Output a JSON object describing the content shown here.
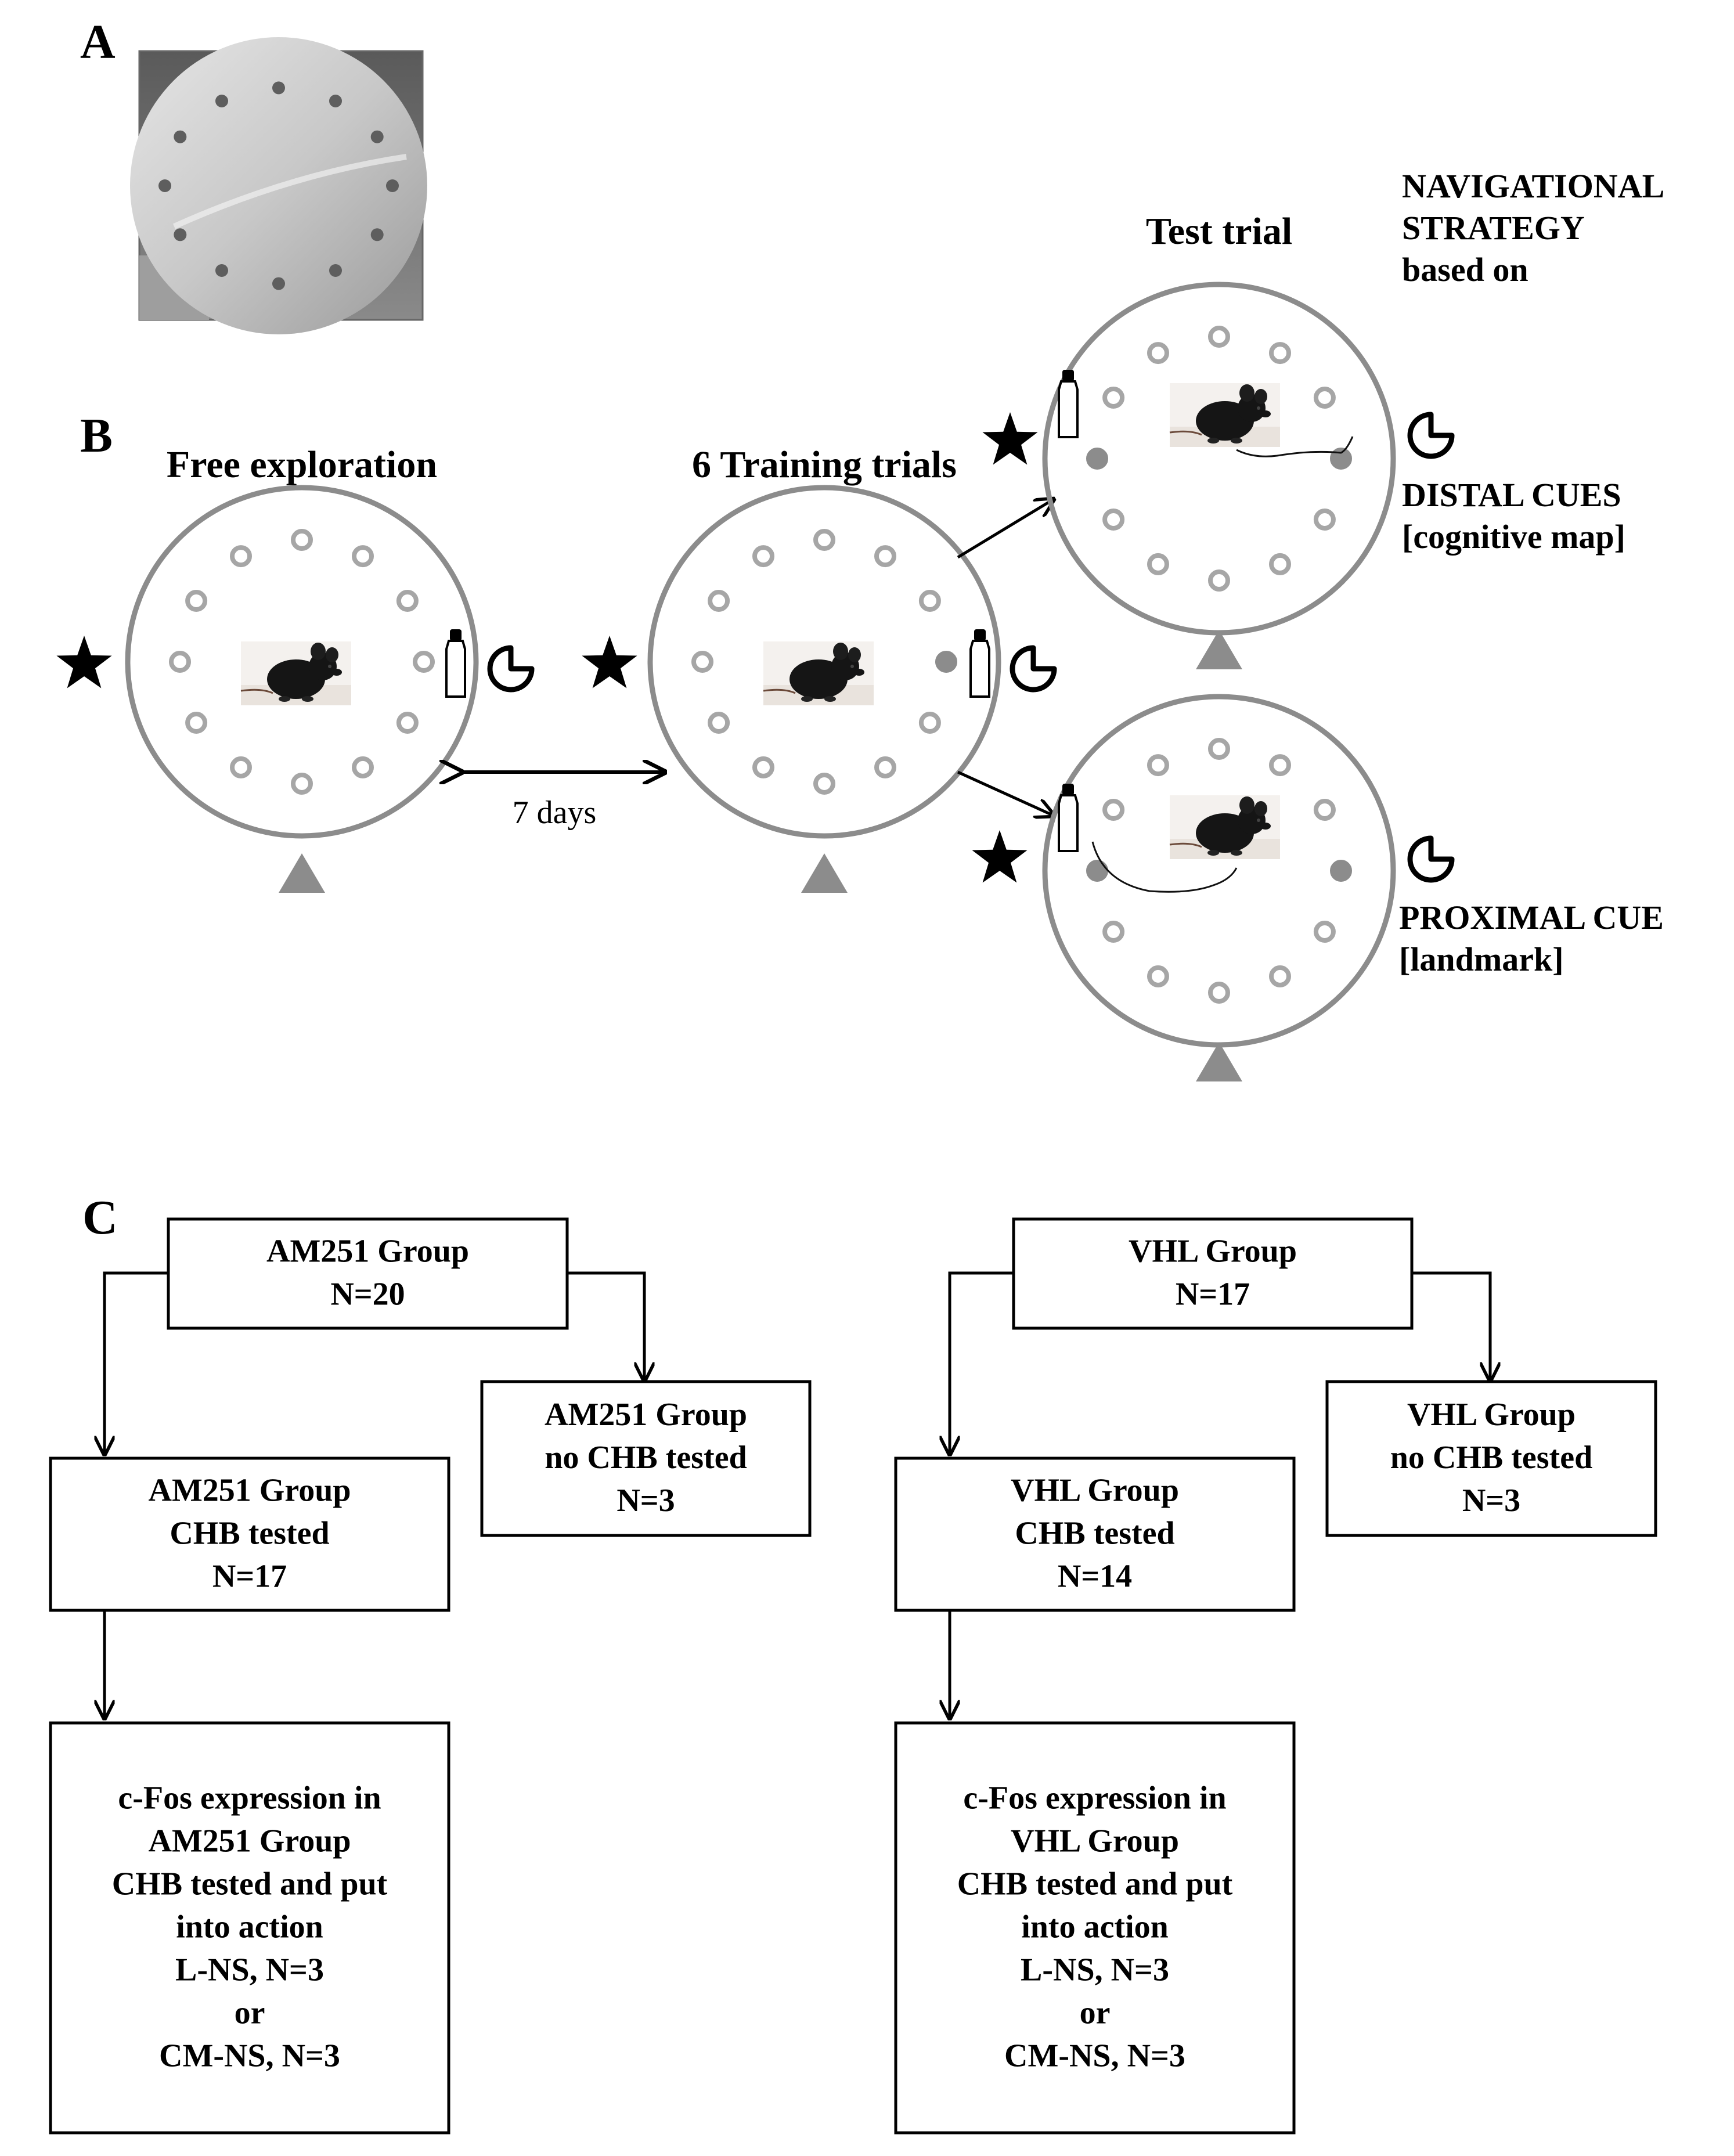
{
  "panels": {
    "a": "A",
    "b": "B",
    "c": "C"
  },
  "panel_b": {
    "free_exploration": "Free exploration",
    "training_trials": "6 Training trials",
    "test_trial": "Test trial",
    "interval": "7 days",
    "strategy_header": [
      "NAVIGATIONAL",
      "STRATEGY",
      "based on"
    ],
    "distal": [
      "DISTAL CUES",
      "[cognitive map]"
    ],
    "proximal": [
      "PROXIMAL CUE",
      "[landmark]"
    ]
  },
  "panel_c": {
    "am251_root": [
      "AM251 Group",
      "N=20"
    ],
    "am251_no_chb": [
      "AM251 Group",
      "no CHB tested",
      "N=3"
    ],
    "am251_chb": [
      "AM251 Group",
      "CHB tested",
      "N=17"
    ],
    "am251_cfos": [
      "c-Fos expression in",
      "AM251 Group",
      "CHB tested and put",
      "into action",
      "L-NS, N=3",
      "or",
      "CM-NS, N=3"
    ],
    "vhl_root": [
      "VHL Group",
      "N=17"
    ],
    "vhl_no_chb": [
      "VHL Group",
      "no CHB tested",
      "N=3"
    ],
    "vhl_chb": [
      "VHL Group",
      "CHB tested",
      "N=14"
    ],
    "vhl_cfos": [
      "c-Fos expression in",
      "VHL Group",
      "CHB tested and put",
      "into action",
      "L-NS, N=3",
      "or",
      "CM-NS, N=3"
    ]
  },
  "colors": {
    "circle_stroke": "#8c8c8c",
    "hole_stroke": "#a6a6a6",
    "goal_hole_fill": "#8c8c8c",
    "triangle": "#8c8c8c",
    "icon": "#000000"
  },
  "icons": [
    "star-icon",
    "pacman-icon",
    "bottle-icon",
    "mouse-photo",
    "maze-photo"
  ]
}
